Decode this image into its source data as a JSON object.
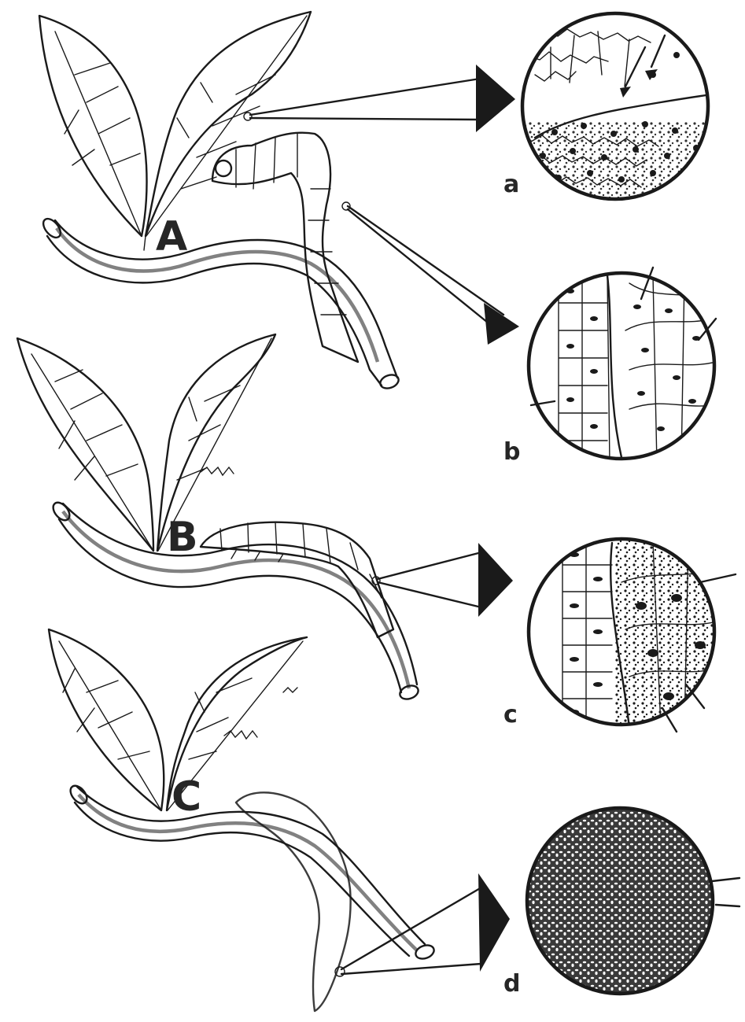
{
  "labels": {
    "stage_a": "A",
    "stage_b": "B",
    "stage_c": "C",
    "inset_a": "a",
    "inset_b": "b",
    "inset_c": "c",
    "inset_d": "d"
  },
  "colors": {
    "ink": "#1a1a1a",
    "label": "#262626",
    "background": "#ffffff"
  }
}
